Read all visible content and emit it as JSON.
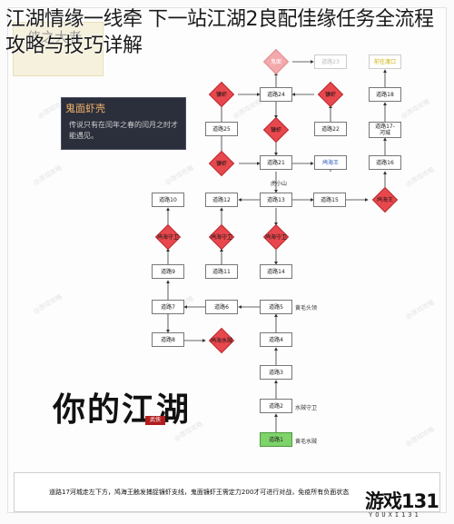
{
  "headline": "江湖情缘一线牵 下一站江湖2良配佳缘任务全流程攻略与技巧详解",
  "inner_title": "侠之大者",
  "tooltip": {
    "title": "鬼面虾壳",
    "body": "传说只有在闰年之春的闰月之时才能遇见。"
  },
  "flow": {
    "start": "道路1",
    "nodes": {
      "n1": "道路1",
      "n2": "道路2",
      "n3": "道路3",
      "n4": "道路4",
      "n5": "道路5",
      "n6": "道路6",
      "n7": "道路7",
      "n8": "道路8",
      "n9": "道路9",
      "n10": "道路10",
      "n11": "道路11",
      "n12": "道路12",
      "n13": "道路13",
      "n14": "道路14",
      "n15": "道路15",
      "n16": "道路16",
      "n17": "道路17-\n河城",
      "n18": "道路18",
      "n21": "道路21",
      "n22": "道路22",
      "n23": "道路23",
      "n24": "道路24",
      "n25": "道路25",
      "exit": "前往渡口"
    },
    "diamonds": {
      "d_top": "鬼面",
      "d_24a": "镰虾",
      "d_24b": "镰虾",
      "d_22": "镰虾",
      "d_25": "镰虾",
      "d_21": "鸠海王",
      "d_wang": "鸠海王",
      "d_9": "鸠海守卫",
      "d_11": "鸠海守卫",
      "d_14": "鸠海守卫",
      "d_8": "鸠海水贼"
    },
    "side_labels": {
      "huxiaoshan": "虎小山",
      "huangmao_toumu": "黄毛头领",
      "shuizei_shouwei": "水贼守卫",
      "huangmao_shuizei": "黄毛水贼"
    }
  },
  "logo": {
    "text": "你的江湖",
    "seal": "武侠"
  },
  "note": "道路17河城走左下方，鸠海王触发捕捉镰虾支线，鬼面镰虾王需定力200才可进行对战，免疫所有负面状态",
  "brand": {
    "name": "游戏131",
    "sub": "YOUXI131"
  },
  "watermark": "@游戏攻略"
}
